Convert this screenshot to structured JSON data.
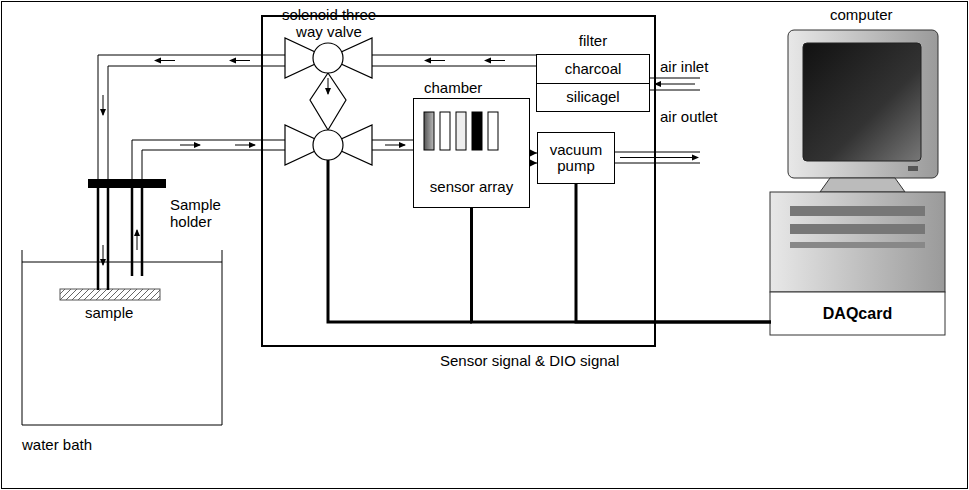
{
  "diagram": {
    "nodes": [
      {
        "text": [
          "filter"
        ]
      },
      {
        "text": [
          "charcoal"
        ],
        "in": 0
      },
      {
        "text": [
          "silicagel"
        ],
        "in": 0
      },
      {
        "text": [
          "chamber",
          "sensor array"
        ]
      },
      {
        "text": [
          "vacuum pump"
        ]
      },
      {
        "text": [
          "DAQcard"
        ]
      }
    ],
    "edges": [
      {
        "from": 3,
        "to": 4,
        "arrow": "to"
      },
      {
        "from": 3,
        "to": 5,
        "arrow": "none"
      },
      {
        "from": 4,
        "to": 5,
        "arrow": "none"
      }
    ],
    "labels": [
      "solenoid three way valve",
      "air inlet",
      "air outlet",
      "Sample holder",
      "sample",
      "water bath",
      "computer",
      "Sensor signal & DIO signal"
    ]
  }
}
